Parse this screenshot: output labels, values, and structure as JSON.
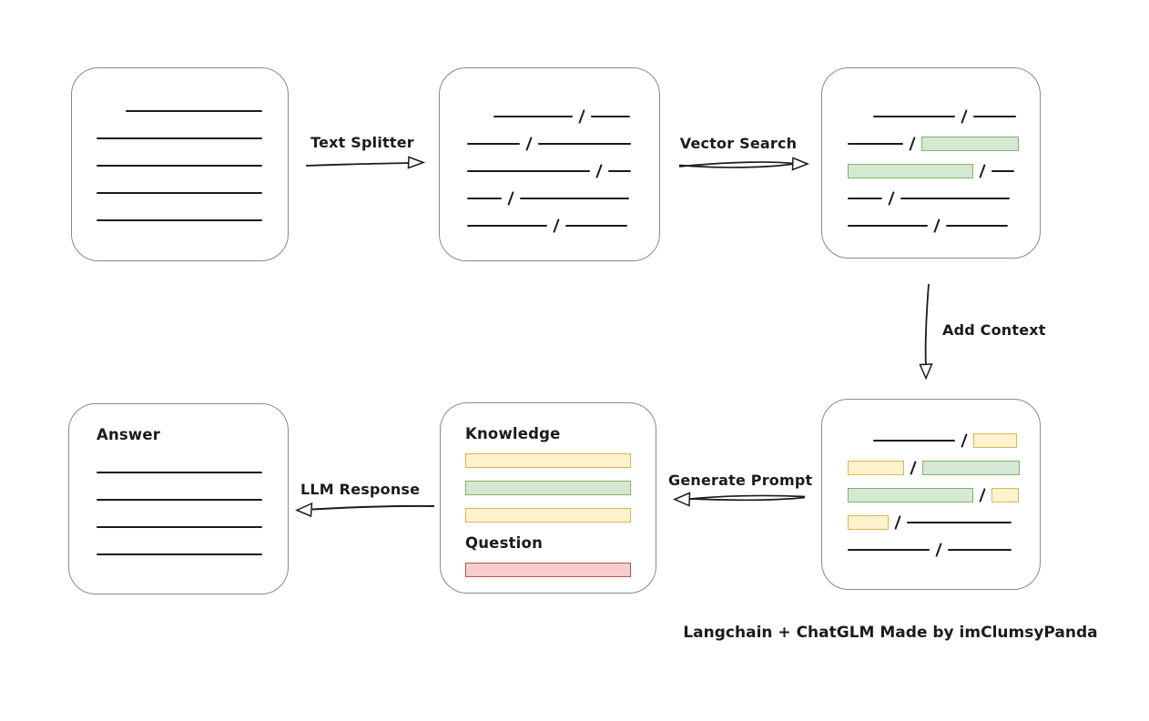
{
  "caption": "Langchain + ChatGLM Made by imClumsyPanda",
  "colors": {
    "ink": "#1b1b1b",
    "box_border": "#8a8a8a",
    "background": "#ffffff",
    "green_fill": "#d5e8d4",
    "green_stroke": "#82b366",
    "yellow_fill": "#fff2cc",
    "yellow_stroke": "#d6b656",
    "red_fill": "#f8cecc",
    "red_stroke": "#b85450"
  },
  "arrows": {
    "text_splitter": {
      "label": "Text Splitter",
      "direction": "right"
    },
    "vector_search": {
      "label": "Vector Search",
      "direction": "right"
    },
    "add_context": {
      "label": "Add Context",
      "direction": "down"
    },
    "generate_prompt": {
      "label": "Generate Prompt",
      "direction": "left"
    },
    "llm_response": {
      "label": "LLM Response",
      "direction": "left"
    }
  },
  "boxes": {
    "document": {
      "rows": [
        {
          "indent": 32,
          "segments": [
            {
              "kind": "line",
              "w": 150
            }
          ]
        },
        {
          "segments": [
            {
              "kind": "line",
              "w": 182
            }
          ]
        },
        {
          "segments": [
            {
              "kind": "line",
              "w": 182
            }
          ]
        },
        {
          "segments": [
            {
              "kind": "line",
              "w": 182
            }
          ]
        },
        {
          "segments": [
            {
              "kind": "line",
              "w": 182
            }
          ]
        }
      ]
    },
    "split_chunks": {
      "rows": [
        {
          "indent": 29,
          "segments": [
            {
              "kind": "line",
              "w": 87
            },
            {
              "kind": "line",
              "w": 43
            }
          ]
        },
        {
          "segments": [
            {
              "kind": "line",
              "w": 58
            },
            {
              "kind": "line",
              "w": 102
            }
          ]
        },
        {
          "segments": [
            {
              "kind": "line",
              "w": 135
            },
            {
              "kind": "line",
              "w": 25
            }
          ]
        },
        {
          "segments": [
            {
              "kind": "line",
              "w": 38
            },
            {
              "kind": "line",
              "w": 120
            }
          ]
        },
        {
          "segments": [
            {
              "kind": "line",
              "w": 88
            },
            {
              "kind": "line",
              "w": 68
            }
          ]
        }
      ]
    },
    "matched_chunks": {
      "rows": [
        {
          "indent": 28,
          "segments": [
            {
              "kind": "line",
              "w": 90
            },
            {
              "kind": "line",
              "w": 47
            }
          ]
        },
        {
          "segments": [
            {
              "kind": "line",
              "w": 61
            },
            {
              "kind": "chunk",
              "color": "green",
              "w": 107
            }
          ]
        },
        {
          "segments": [
            {
              "kind": "chunk",
              "color": "green",
              "w": 138
            },
            {
              "kind": "line",
              "w": 25
            }
          ]
        },
        {
          "segments": [
            {
              "kind": "line",
              "w": 38
            },
            {
              "kind": "line",
              "w": 120
            }
          ]
        },
        {
          "segments": [
            {
              "kind": "line",
              "w": 88
            },
            {
              "kind": "line",
              "w": 68
            }
          ]
        }
      ]
    },
    "context_chunks": {
      "rows": [
        {
          "indent": 28,
          "segments": [
            {
              "kind": "line",
              "w": 90
            },
            {
              "kind": "chunk",
              "color": "yellow",
              "w": 48
            }
          ]
        },
        {
          "segments": [
            {
              "kind": "chunk",
              "color": "yellow",
              "w": 62
            },
            {
              "kind": "chunk",
              "color": "green",
              "w": 107
            }
          ]
        },
        {
          "segments": [
            {
              "kind": "chunk",
              "color": "green",
              "w": 138
            },
            {
              "kind": "chunk",
              "color": "yellow",
              "w": 30
            }
          ]
        },
        {
          "segments": [
            {
              "kind": "chunk",
              "color": "yellow",
              "w": 45
            },
            {
              "kind": "line",
              "w": 115
            }
          ]
        },
        {
          "segments": [
            {
              "kind": "line",
              "w": 90
            },
            {
              "kind": "line",
              "w": 70
            }
          ]
        }
      ]
    },
    "prompt": {
      "rows": [
        {
          "label": "Knowledge"
        },
        {
          "segments": [
            {
              "kind": "chunk",
              "color": "yellow",
              "w": 182
            }
          ]
        },
        {
          "segments": [
            {
              "kind": "chunk",
              "color": "green",
              "w": 182
            }
          ]
        },
        {
          "segments": [
            {
              "kind": "chunk",
              "color": "yellow",
              "w": 182
            }
          ]
        },
        {
          "label": "Question"
        },
        {
          "segments": [
            {
              "kind": "chunk",
              "color": "red",
              "w": 182
            }
          ]
        }
      ]
    },
    "answer": {
      "rows": [
        {
          "label": "Answer"
        },
        {
          "gap": 12,
          "segments": [
            {
              "kind": "line",
              "w": 182
            }
          ]
        },
        {
          "segments": [
            {
              "kind": "line",
              "w": 182
            }
          ]
        },
        {
          "segments": [
            {
              "kind": "line",
              "w": 182
            }
          ]
        },
        {
          "segments": [
            {
              "kind": "line",
              "w": 182
            }
          ]
        }
      ]
    }
  }
}
